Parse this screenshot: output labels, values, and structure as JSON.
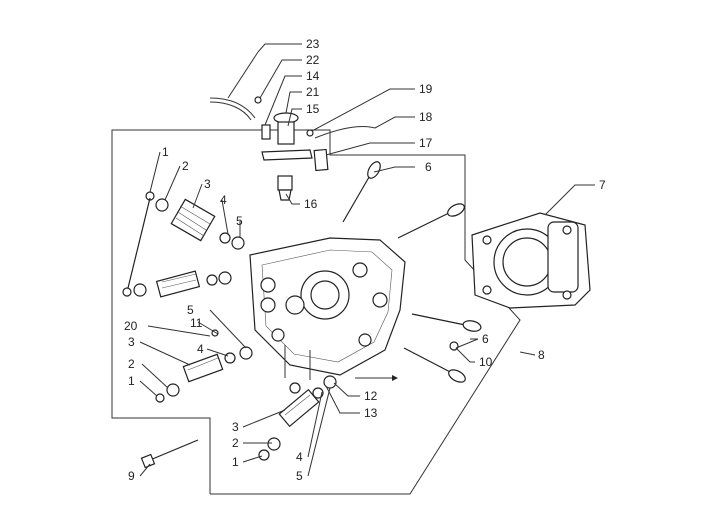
{
  "diagram": {
    "callouts": [
      {
        "id": "c23",
        "text": "23"
      },
      {
        "id": "c22",
        "text": "22"
      },
      {
        "id": "c14",
        "text": "14"
      },
      {
        "id": "c21",
        "text": "21"
      },
      {
        "id": "c15",
        "text": "15"
      },
      {
        "id": "c19",
        "text": "19"
      },
      {
        "id": "c18",
        "text": "18"
      },
      {
        "id": "c17",
        "text": "17"
      },
      {
        "id": "c6a",
        "text": "6"
      },
      {
        "id": "c7",
        "text": "7"
      },
      {
        "id": "c16",
        "text": "16"
      },
      {
        "id": "c1a",
        "text": "1"
      },
      {
        "id": "c2a",
        "text": "2"
      },
      {
        "id": "c3a",
        "text": "3"
      },
      {
        "id": "c4a",
        "text": "4"
      },
      {
        "id": "c5a",
        "text": "5"
      },
      {
        "id": "c5b",
        "text": "5"
      },
      {
        "id": "c11",
        "text": "11"
      },
      {
        "id": "c20",
        "text": "20"
      },
      {
        "id": "c3b",
        "text": "3"
      },
      {
        "id": "c4b",
        "text": "4"
      },
      {
        "id": "c2b",
        "text": "2"
      },
      {
        "id": "c1b",
        "text": "1"
      },
      {
        "id": "c6b",
        "text": "6"
      },
      {
        "id": "c10",
        "text": "10"
      },
      {
        "id": "c8",
        "text": "8"
      },
      {
        "id": "c12",
        "text": "12"
      },
      {
        "id": "c13",
        "text": "13"
      },
      {
        "id": "c3c",
        "text": "3"
      },
      {
        "id": "c2c",
        "text": "2"
      },
      {
        "id": "c1c",
        "text": "1"
      },
      {
        "id": "c4c",
        "text": "4"
      },
      {
        "id": "c5c",
        "text": "5"
      },
      {
        "id": "c9",
        "text": "9"
      }
    ]
  }
}
